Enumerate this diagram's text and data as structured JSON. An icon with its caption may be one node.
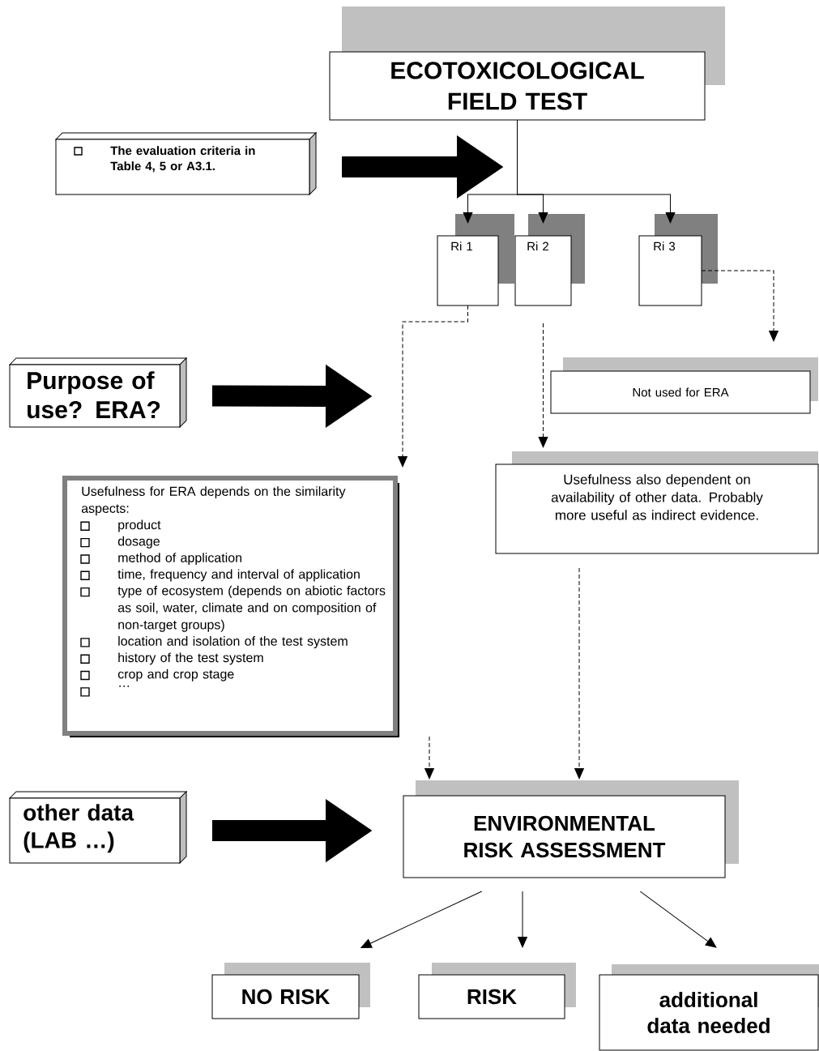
{
  "diagram": {
    "nodes": [
      {
        "text": [
          "ECOTOXICOLOGICAL FIELD TEST"
        ]
      },
      {
        "text": [
          "The evaluation criteria in Table 4, 5 or A3.1."
        ]
      },
      {
        "text": [
          "Ri 1"
        ]
      },
      {
        "text": [
          "Ri 2"
        ]
      },
      {
        "text": [
          "Ri 3"
        ]
      },
      {
        "text": [
          "Purpose of use? ERA?"
        ]
      },
      {
        "text": [
          "Not used for ERA"
        ]
      },
      {
        "text": [
          "Usefulness for ERA depends on the similarity aspects:",
          "product",
          "dosage",
          "method of application",
          "time, frequency and interval of application",
          "type of ecosystem (depends on abiotic factors as soil, water, climate and on composition of non-target groups)",
          "location and isolation of the test system",
          "history of the test system",
          "crop and crop stage",
          "…"
        ]
      },
      {
        "text": [
          "Usefulness also dependent on availability of other data. Probably more useful as indirect evidence."
        ]
      },
      {
        "text": [
          "other data (LAB …)"
        ]
      },
      {
        "text": [
          "ENVIRONMENTAL RISK ASSESSMENT"
        ]
      },
      {
        "text": [
          "NO RISK"
        ]
      },
      {
        "text": [
          "RISK"
        ]
      },
      {
        "text": [
          "additional data needed"
        ]
      }
    ],
    "edges": [
      {
        "from": 1,
        "to": null,
        "arrow": "to",
        "style": "thick"
      },
      {
        "from": 0,
        "to": 2,
        "arrow": "to"
      },
      {
        "from": 0,
        "to": 3,
        "arrow": "to"
      },
      {
        "from": 0,
        "to": 4,
        "arrow": "to"
      },
      {
        "from": 5,
        "to": null,
        "arrow": "to",
        "style": "thick"
      },
      {
        "from": 4,
        "to": 6,
        "arrow": "to",
        "style": "dashed"
      },
      {
        "from": 2,
        "to": 7,
        "arrow": "to",
        "style": "dashed"
      },
      {
        "from": 3,
        "to": 8,
        "arrow": "to",
        "style": "dashed"
      },
      {
        "from": 9,
        "to": 10,
        "arrow": "to",
        "style": "thick"
      },
      {
        "from": 7,
        "to": 10,
        "arrow": "to",
        "style": "dashed"
      },
      {
        "from": 8,
        "to": 10,
        "arrow": "to",
        "style": "dashed"
      },
      {
        "from": 10,
        "to": 11,
        "arrow": "to"
      },
      {
        "from": 10,
        "to": 12,
        "arrow": "to"
      },
      {
        "from": 10,
        "to": 13,
        "arrow": "to"
      }
    ]
  }
}
